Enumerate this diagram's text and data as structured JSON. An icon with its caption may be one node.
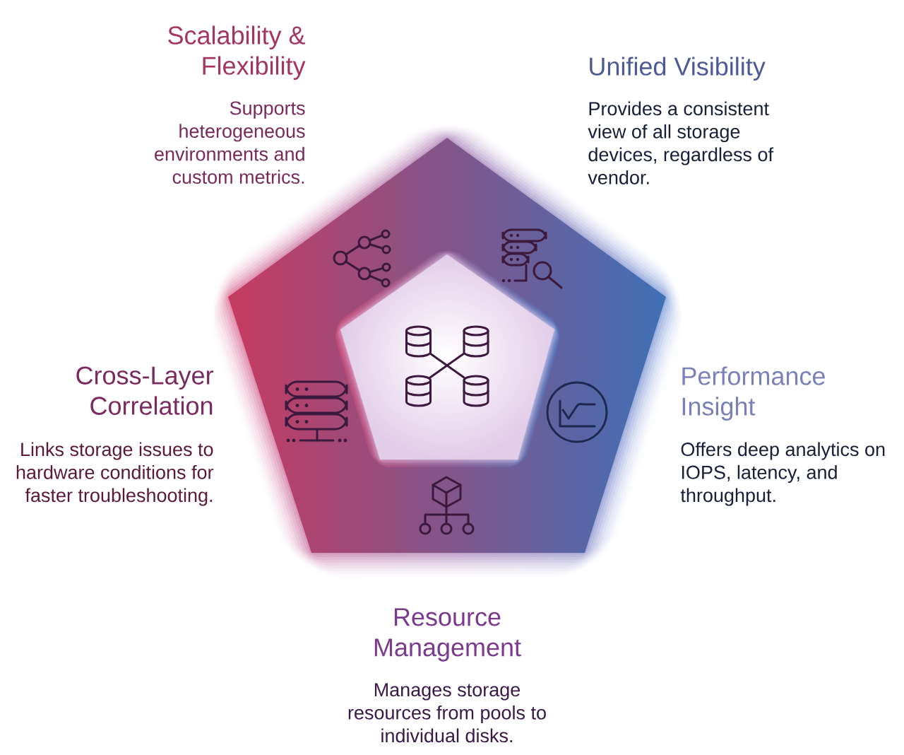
{
  "diagram": {
    "labels": [
      "Scalability & Flexibility",
      "Supports heterogeneous environments and custom metrics.",
      "Unified Visibility",
      "Provides a consistent view of all storage devices, regardless of vendor.",
      "Cross-Layer Correlation",
      "Links storage issues to hardware conditions for faster troubleshooting.",
      "Performance Insight",
      "Offers deep analytics on IOPS, latency, and throughput.",
      "Resource Management",
      "Manages storage resources from pools to individual disks."
    ]
  }
}
